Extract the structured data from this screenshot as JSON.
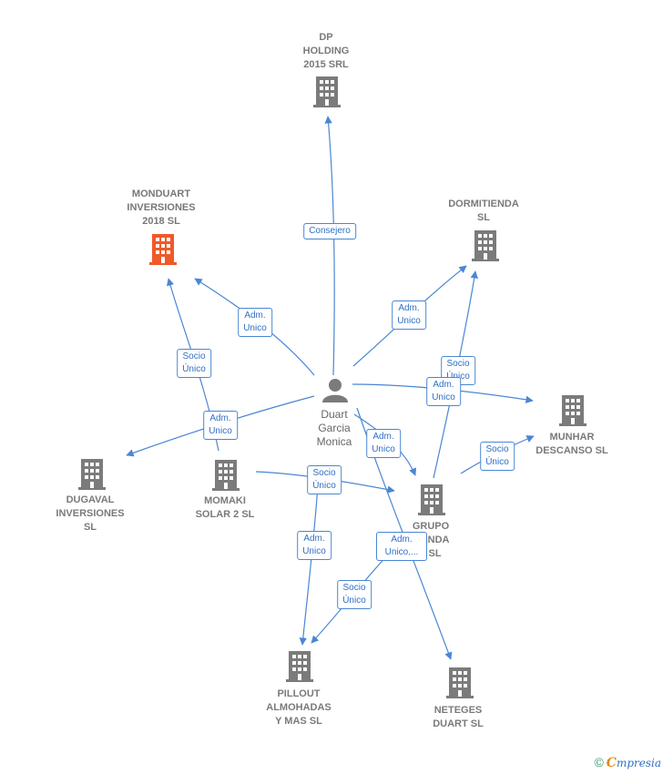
{
  "colors": {
    "edge": "#4a86d4",
    "building": "#7b7b7b",
    "highlight": "#f05a28",
    "person": "#7b7b7b"
  },
  "nodes": {
    "dp": {
      "label": "DP\nHOLDING\n2015 SRL",
      "icon": "building-icon"
    },
    "monduart": {
      "label": "MONDUART\nINVERSIONES\n2018  SL",
      "icon": "building-icon"
    },
    "dormitienda": {
      "label": "DORMITIENDA\nSL",
      "icon": "building-icon"
    },
    "munhar": {
      "label": "MUNHAR\nDESCANSO  SL",
      "icon": "building-icon"
    },
    "dugaval": {
      "label": "DUGAVAL\nINVERSIONES\nSL",
      "icon": "building-icon"
    },
    "momaki": {
      "label": "MOMAKI\nSOLAR 2 SL",
      "icon": "building-icon"
    },
    "grupo": {
      "label": "GRUPO\n     TIENDA\n  0  SL",
      "icon": "building-icon"
    },
    "pillout": {
      "label": "PILLOUT\nALMOHADAS\nY MAS  SL",
      "icon": "building-icon"
    },
    "neteges": {
      "label": "NETEGES\nDUART SL",
      "icon": "building-icon"
    },
    "person": {
      "label": "Duart\nGarcia\nMonica",
      "icon": "person-icon"
    }
  },
  "edges": {
    "consejero": "Consejero",
    "adm_monduart": "Adm.\nUnico",
    "socio_monduart": "Socio\nÚnico",
    "adm_dugaval": "Adm.\nUnico",
    "adm_dormitienda": "Adm.\nUnico",
    "socio_dormitienda": "Socio\nÚnico",
    "adm_munhar": "Adm.\nUnico",
    "socio_munhar": "Socio\nÚnico",
    "adm_grupo": "Adm.\nUnico",
    "socio_momaki_grupo": "Socio\nÚnico",
    "adm_pillout": "Adm.\nUnico",
    "adm_neteges": "Adm.\nUnico,...",
    "socio_pillout": "Socio\nÚnico"
  },
  "footer": {
    "copyright": "©",
    "brand_initial": "C",
    "brand_rest": "mpresia"
  }
}
